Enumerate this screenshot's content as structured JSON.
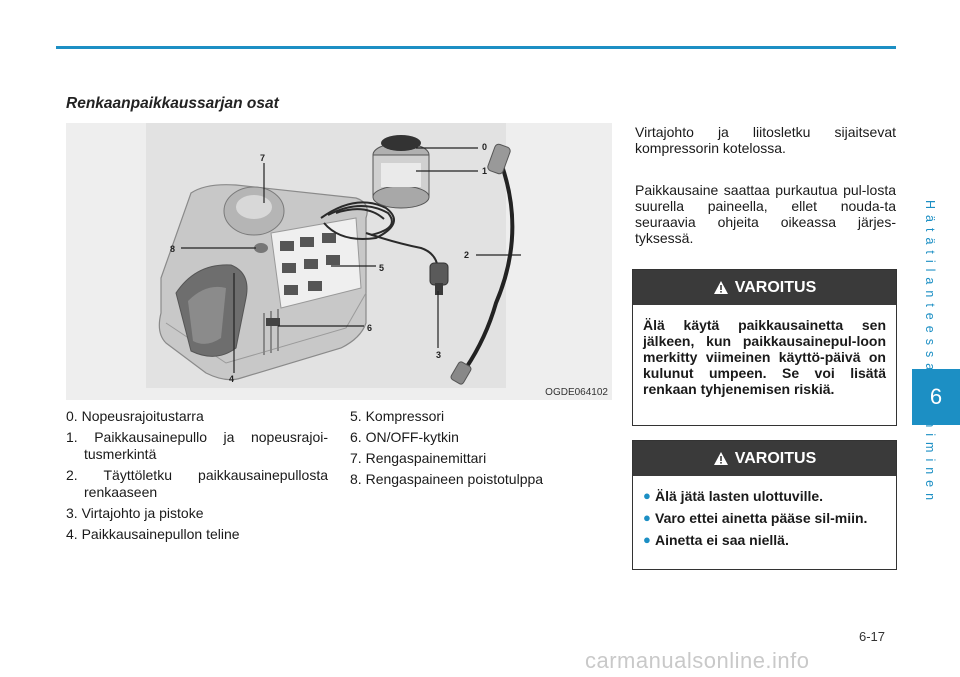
{
  "section_title": "Renkaanpaikkaussarjan osat",
  "figure": {
    "code": "OGDE064102",
    "callouts": [
      "0",
      "1",
      "2",
      "3",
      "4",
      "5",
      "6",
      "7",
      "8"
    ]
  },
  "parts_left": [
    {
      "num": "0.",
      "text": "Nopeusrajoitustarra"
    },
    {
      "num": "1.",
      "text": "Paikkausainepullo ja nopeusrajoi-tusmerkintä"
    },
    {
      "num": "2.",
      "text": "Täyttöletku paikkausainepullosta renkaaseen"
    },
    {
      "num": "3.",
      "text": "Virtajohto ja pistoke"
    },
    {
      "num": "4.",
      "text": "Paikkausainepullon teline"
    }
  ],
  "parts_right": [
    {
      "num": "5.",
      "text": "Kompressori"
    },
    {
      "num": "6.",
      "text": "ON/OFF-kytkin"
    },
    {
      "num": "7.",
      "text": "Rengaspainemittari"
    },
    {
      "num": "8.",
      "text": "Rengaspaineen poistotulppa"
    }
  ],
  "paragraphs": [
    "Virtajohto ja liitosletku sijaitsevat kompressorin kotelossa.",
    "Paikkausaine saattaa purkautua pul-losta suurella paineella, ellet nouda-ta seuraavia ohjeita oikeassa järjes-tyksessä."
  ],
  "warning1": {
    "title": "VAROITUS",
    "body": "Älä käytä paikkausainetta sen jälkeen, kun paikkausainepul-loon merkitty viimeinen käyttö-päivä on kulunut umpeen. Se voi lisätä renkaan tyhjenemisen riskiä."
  },
  "warning2": {
    "title": "VAROITUS",
    "items": [
      "Älä jätä lasten ulottuville.",
      "Varo ettei ainetta pääse sil-miin.",
      "Ainetta ei saa niellä."
    ]
  },
  "side_label": "Hätätilanteessa toimiminen",
  "chapter": "6",
  "page_number": "6-17",
  "watermark": "carmanualsonline.info",
  "colors": {
    "accent": "#1c8fc4",
    "warning_header": "#3a3a3a"
  }
}
